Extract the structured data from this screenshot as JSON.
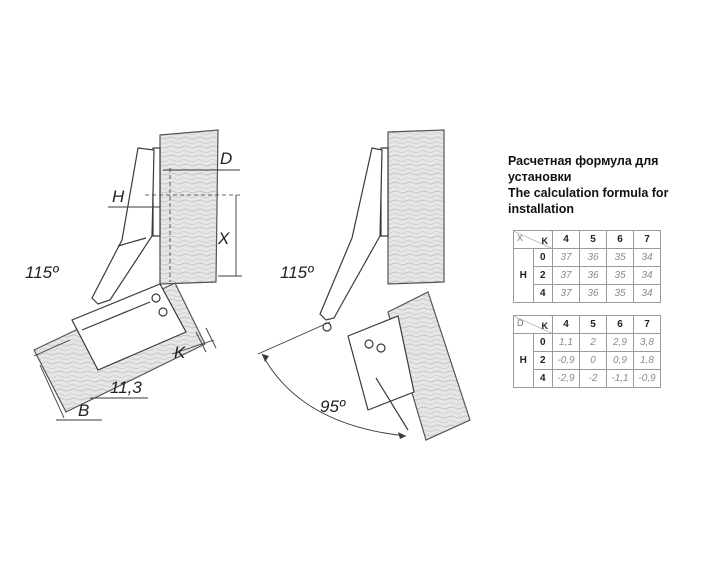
{
  "labels": {
    "angle_left": "115º",
    "angle_middle": "115º",
    "angle_open": "95º",
    "D": "D",
    "H": "H",
    "X": "X",
    "K": "K",
    "B": "B",
    "dim_113": "11,3"
  },
  "caption": {
    "line1": "Расчетная формула для",
    "line2": "установки",
    "line3": "The calculation formula for",
    "line4": "installation"
  },
  "table_x": {
    "row_var": "X",
    "col_var": "K",
    "row_group": "H",
    "columns": [
      "4",
      "5",
      "6",
      "7"
    ],
    "rows": [
      {
        "h": "0",
        "values": [
          "37",
          "36",
          "35",
          "34"
        ]
      },
      {
        "h": "2",
        "values": [
          "37",
          "36",
          "35",
          "34"
        ]
      },
      {
        "h": "4",
        "values": [
          "37",
          "36",
          "35",
          "34"
        ]
      }
    ]
  },
  "table_d": {
    "row_var": "D",
    "col_var": "K",
    "row_group": "H",
    "columns": [
      "4",
      "5",
      "6",
      "7"
    ],
    "rows": [
      {
        "h": "0",
        "values": [
          "1,1",
          "2",
          "2,9",
          "3,8"
        ]
      },
      {
        "h": "2",
        "values": [
          "-0,9",
          "0",
          "0,9",
          "1,8"
        ]
      },
      {
        "h": "4",
        "values": [
          "-2,9",
          "-2",
          "-1,1",
          "-0,9"
        ]
      }
    ]
  },
  "colors": {
    "line": "#3a3a3a",
    "wood": "#e3e3e3",
    "wood_grain": "#b5b5b5",
    "table_border": "#9a9a9a",
    "value_text": "#8a8a8a"
  }
}
